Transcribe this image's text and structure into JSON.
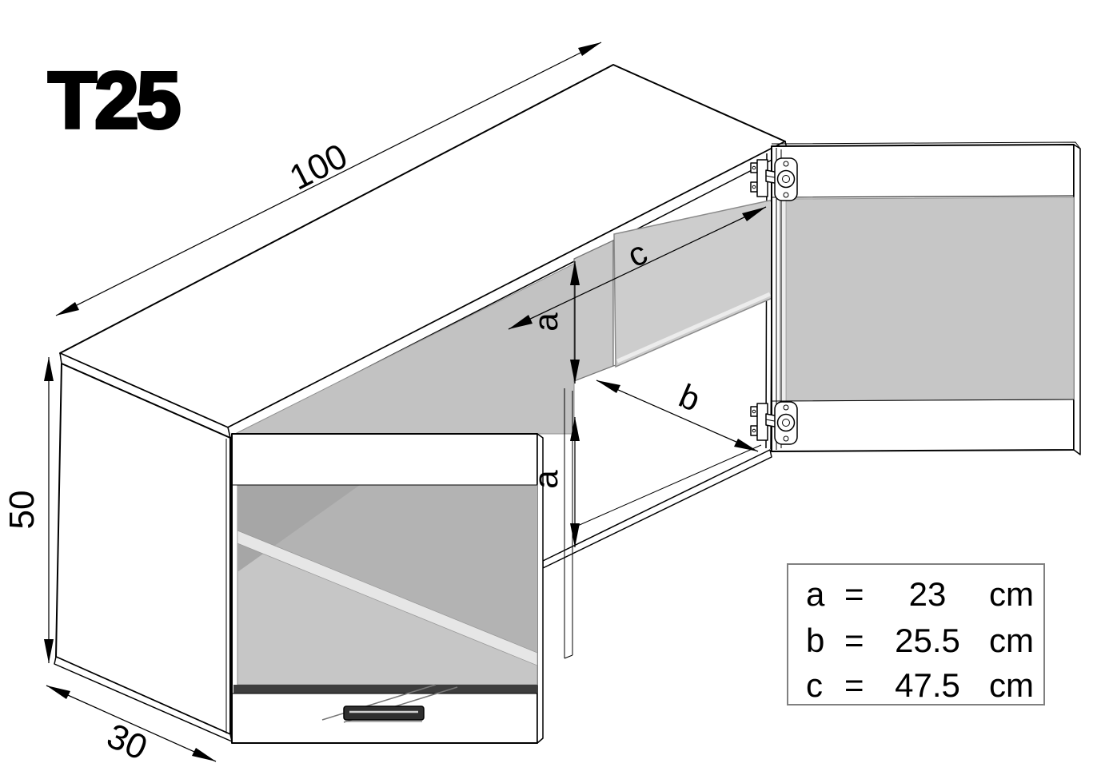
{
  "title": "T25",
  "dimensions": {
    "width_label": "100",
    "height_label": "50",
    "depth_label": "30"
  },
  "annotations": {
    "a_upper": "a",
    "a_lower": "a",
    "b": "b",
    "c": "c"
  },
  "legend_table": {
    "rows": [
      {
        "key": "a",
        "eq": "=",
        "value": "23",
        "unit": "cm"
      },
      {
        "key": "b",
        "eq": "=",
        "value": "25.5",
        "unit": "cm"
      },
      {
        "key": "c",
        "eq": "=",
        "value": "47.5",
        "unit": "cm"
      }
    ]
  },
  "colors": {
    "line": "#000000",
    "glass": "#c6c6c6",
    "glass_dark": "#b3b3b3",
    "glass_darker": "#a6a6a6",
    "shelf": "#cdcdcd",
    "shelf_edge": "#e6e6e6",
    "interior_gray": "#c2c2c2",
    "divider": "#c8c8c8",
    "dark_strip": "#3d3d3d",
    "table_border": "#808080",
    "background": "#ffffff"
  }
}
